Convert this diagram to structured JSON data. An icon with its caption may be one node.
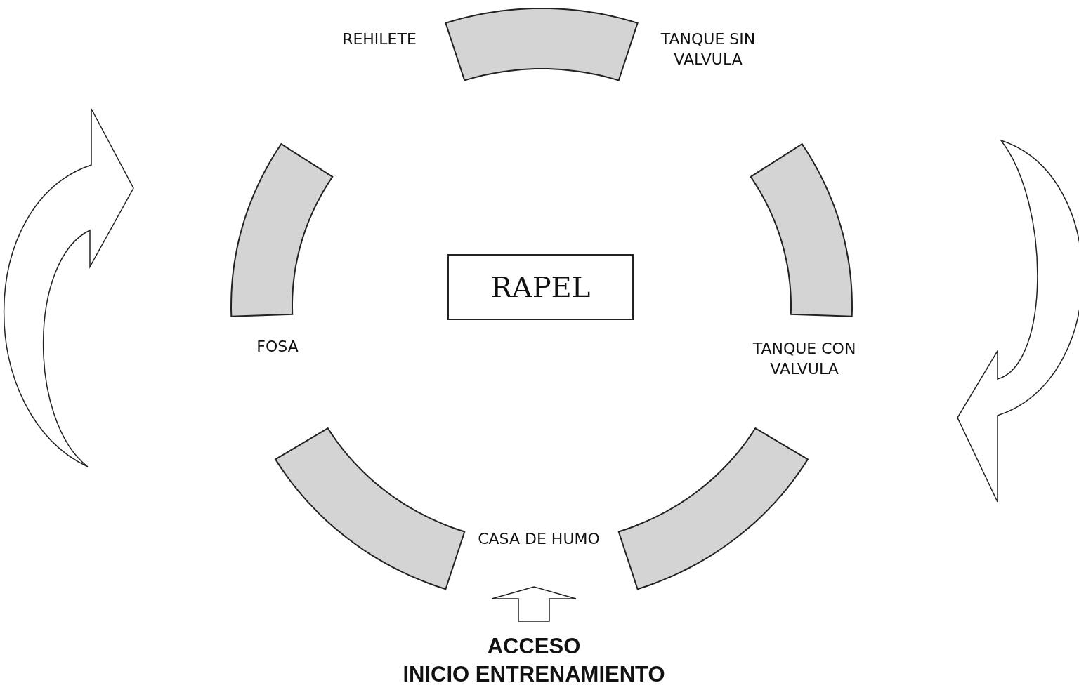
{
  "diagram": {
    "nodes": [
      {
        "text": [],
        "shape": "arc"
      },
      {
        "text": [],
        "shape": "arc"
      },
      {
        "text": [],
        "shape": "arc"
      },
      {
        "text": [
          "RAPEL"
        ]
      },
      {
        "text": [],
        "shape": "arc"
      },
      {
        "text": [],
        "shape": "arc"
      }
    ],
    "edges": [],
    "labels": [
      "REHILETE",
      "TANQUE SIN VALVULA",
      "FOSA",
      "TANQUE CON VALVULA",
      "CASA DE HUMO",
      "ACCESO",
      "INICIO ENTRENAMIENTO"
    ]
  }
}
